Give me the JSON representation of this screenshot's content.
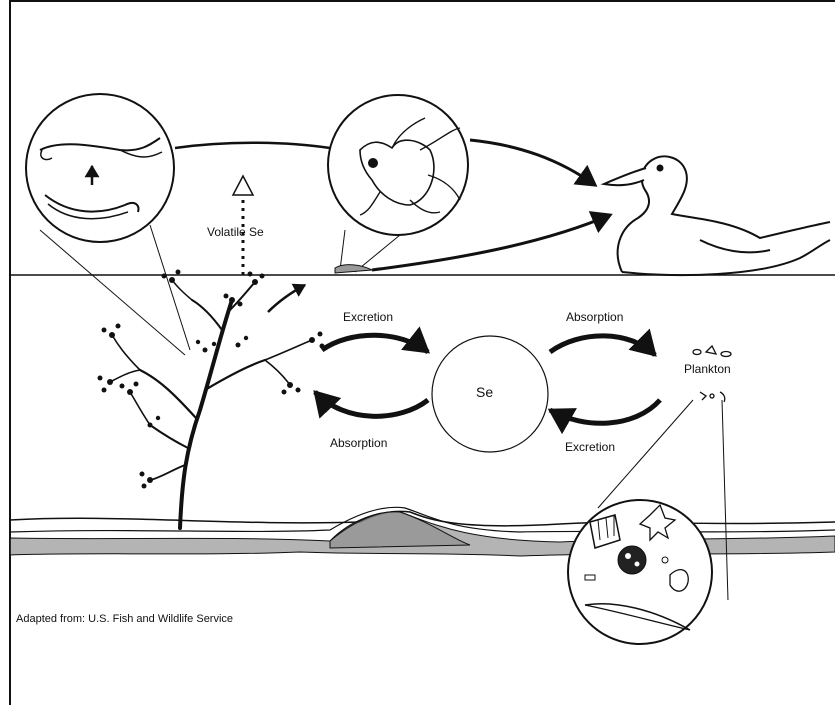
{
  "labels": {
    "volatile": "Volatile Se",
    "excretion_left": "Excretion",
    "absorption_left": "Absorption",
    "absorption_right": "Absorption",
    "excretion_right": "Excretion",
    "se": "Se",
    "plankton": "Plankton",
    "source": "Adapted from:  U.S. Fish and Wildlife Service"
  }
}
